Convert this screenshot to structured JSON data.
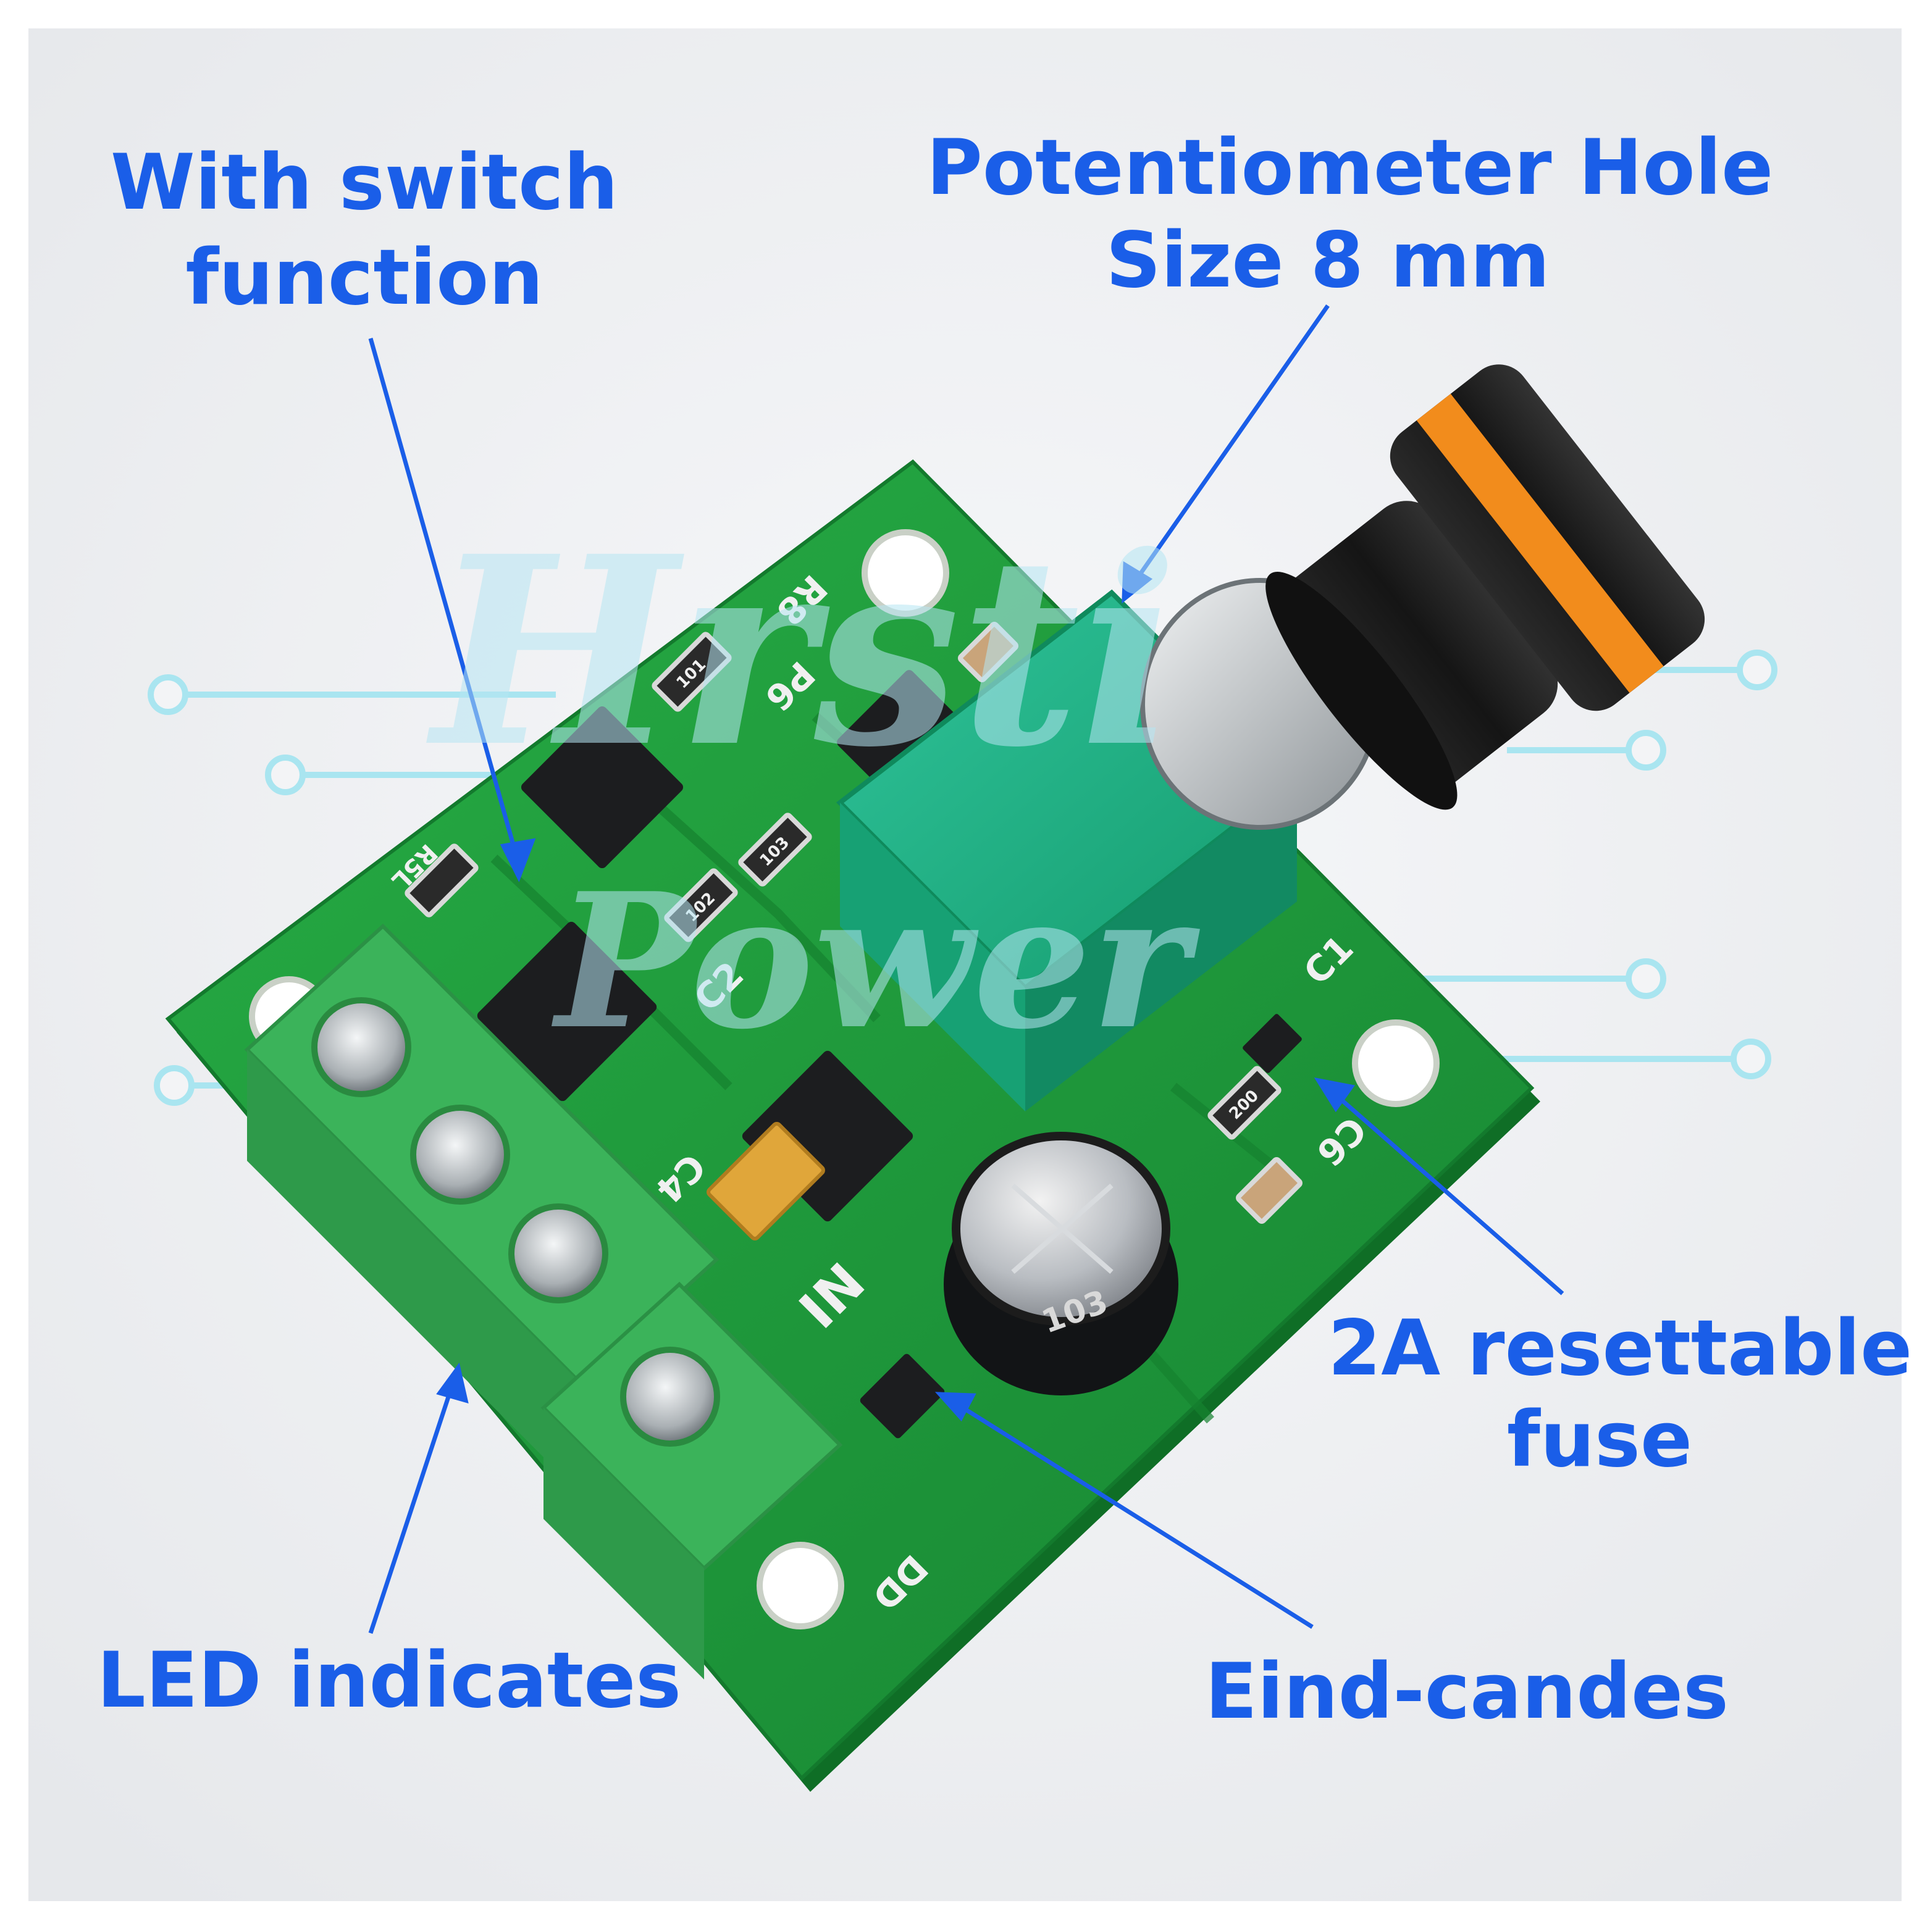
{
  "colors": {
    "callout_text": "#1a5ee8",
    "pcb_green": "#1f9a3a",
    "terminal_green": "#3bb35a",
    "knob_black": "#1b1b1b",
    "knob_stripe": "#f28c1c",
    "circuit_line": "#a9e5f0",
    "background": "#f3f4f6"
  },
  "callouts": {
    "switch_function": {
      "line1": "With switch",
      "line2": "function"
    },
    "potentiometer_hole": {
      "line1": "Potentiometer Hole",
      "line2": "Size 8 mm"
    },
    "resettable_fuse": {
      "line1": "2A resettable",
      "line2": "fuse"
    },
    "led_indicates": {
      "text": "LED indicates"
    },
    "diodes": {
      "text": "Eind-candes"
    }
  },
  "watermark": {
    "line1": "Hrsti",
    "line2": "Power"
  },
  "pcb_silkscreen": {
    "r8": "R8",
    "p6": "P6",
    "r5l": "R5L",
    "c2": "C2",
    "c1": "C1",
    "c6": "C6",
    "c4": "C4",
    "in": "IN",
    "dd": "DD",
    "cap_value": "103",
    "r_101": "101",
    "r_102": "102",
    "r_103": "103",
    "r_200": "200"
  }
}
